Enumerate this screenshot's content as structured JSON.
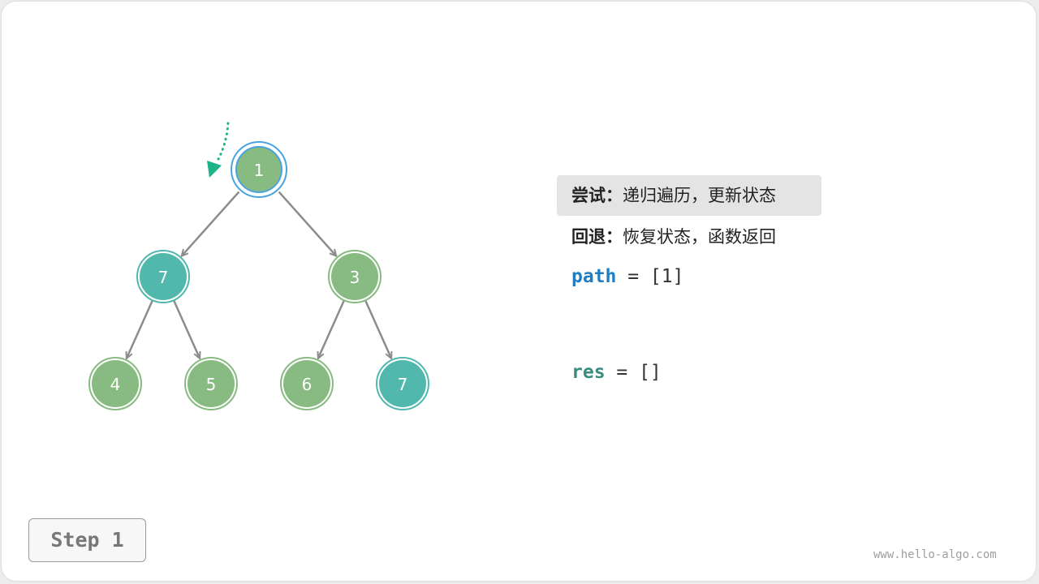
{
  "colors": {
    "node_default": "#87bb81",
    "node_highlight": "#52b8ad",
    "node_ring_default": "#87bb81",
    "node_ring_highlight": "#52b8ad",
    "current_ring": "#4aa3df",
    "edge": "#8c8c8c",
    "pointer": "#1bb38a",
    "path_var": "#1f7ec2",
    "res_var": "#3b8a7e"
  },
  "tree": {
    "nodes": [
      {
        "id": "n1",
        "label": "1",
        "state": "current"
      },
      {
        "id": "n2",
        "label": "7",
        "state": "highlight"
      },
      {
        "id": "n3",
        "label": "3",
        "state": "default"
      },
      {
        "id": "n4",
        "label": "4",
        "state": "default"
      },
      {
        "id": "n5",
        "label": "5",
        "state": "default"
      },
      {
        "id": "n6",
        "label": "6",
        "state": "default"
      },
      {
        "id": "n7",
        "label": "7",
        "state": "highlight"
      }
    ],
    "edges": [
      [
        "n1",
        "n2"
      ],
      [
        "n1",
        "n3"
      ],
      [
        "n2",
        "n4"
      ],
      [
        "n2",
        "n5"
      ],
      [
        "n3",
        "n6"
      ],
      [
        "n3",
        "n7"
      ]
    ]
  },
  "legend": {
    "try_label": "尝试：",
    "try_text": "递归遍历，更新状态",
    "back_label": "回退：",
    "back_text": "恢复状态，函数返回"
  },
  "code": {
    "path_var": "path",
    "path_value": " = [1]",
    "res_var": "res",
    "res_value": " = []"
  },
  "step_label": "Step 1",
  "watermark": "www.hello-algo.com"
}
